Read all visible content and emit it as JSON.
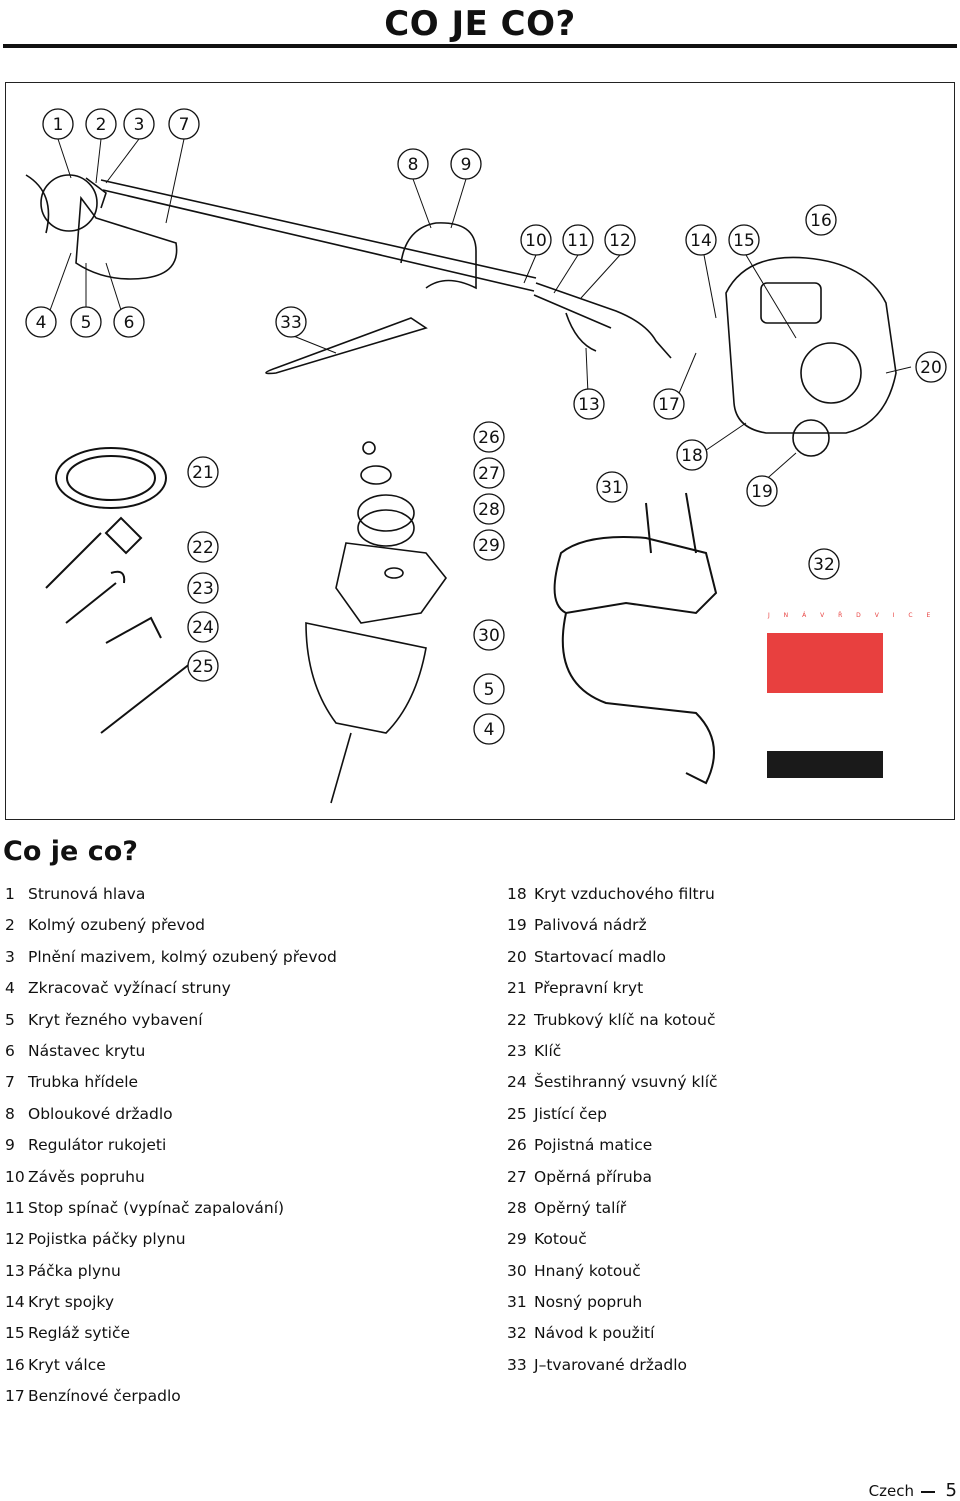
{
  "header": {
    "title": "CO JE CO?"
  },
  "figure": {
    "callouts": [
      "1",
      "2",
      "3",
      "7",
      "8",
      "9",
      "10",
      "11",
      "12",
      "14",
      "15",
      "16",
      "4",
      "5",
      "6",
      "33",
      "20",
      "13",
      "17",
      "26",
      "27",
      "28",
      "29",
      "30",
      "5",
      "4",
      "21",
      "22",
      "23",
      "24",
      "25",
      "18",
      "31",
      "19",
      "32"
    ],
    "manual_cover_text": "J N Á V Ř D V I C E",
    "colors": {
      "cover_red": "#e8403f",
      "cover_black": "#1a1a1a"
    }
  },
  "section": {
    "heading": "Co je co?"
  },
  "parts_left": [
    {
      "no": "1",
      "name": "Strunová hlava"
    },
    {
      "no": "2",
      "name": "Kolmý ozubený převod"
    },
    {
      "no": "3",
      "name": "Plnění mazivem, kolmý ozubený převod"
    },
    {
      "no": "4",
      "name": "Zkracovač vyžínací struny"
    },
    {
      "no": "5",
      "name": "Kryt řezného vybavení"
    },
    {
      "no": "6",
      "name": "Nástavec krytu"
    },
    {
      "no": "7",
      "name": "Trubka hřídele"
    },
    {
      "no": "8",
      "name": "Obloukové držadlo"
    },
    {
      "no": "9",
      "name": "Regulátor rukojeti"
    },
    {
      "no": "10",
      "name": "Závěs popruhu"
    },
    {
      "no": "11",
      "name": "Stop spínač (vypínač zapalování)"
    },
    {
      "no": "12",
      "name": "Pojistka páčky plynu"
    },
    {
      "no": "13",
      "name": "Páčka plynu"
    },
    {
      "no": "14",
      "name": "Kryt spojky"
    },
    {
      "no": "15",
      "name": "Regláž sytiče"
    },
    {
      "no": "16",
      "name": "Kryt válce"
    },
    {
      "no": "17",
      "name": "Benzínové čerpadlo"
    }
  ],
  "parts_right": [
    {
      "no": "18",
      "name": "Kryt vzduchového filtru"
    },
    {
      "no": "19",
      "name": "Palivová nádrž"
    },
    {
      "no": "20",
      "name": "Startovací madlo"
    },
    {
      "no": "21",
      "name": "Přepravní kryt"
    },
    {
      "no": "22",
      "name": "Trubkový klíč na kotouč"
    },
    {
      "no": "23",
      "name": "Klíč"
    },
    {
      "no": "24",
      "name": "Šestihranný vsuvný klíč"
    },
    {
      "no": "25",
      "name": "Jistící čep"
    },
    {
      "no": "26",
      "name": "Pojistná matice"
    },
    {
      "no": "27",
      "name": "Opěrná příruba"
    },
    {
      "no": "28",
      "name": "Opěrný talíř"
    },
    {
      "no": "29",
      "name": "Kotouč"
    },
    {
      "no": "30",
      "name": "Hnaný kotouč"
    },
    {
      "no": "31",
      "name": "Nosný popruh"
    },
    {
      "no": "32",
      "name": "Návod k použití"
    },
    {
      "no": "33",
      "name": "J–tvarované držadlo"
    }
  ],
  "footer": {
    "language": "Czech",
    "page": "5"
  }
}
